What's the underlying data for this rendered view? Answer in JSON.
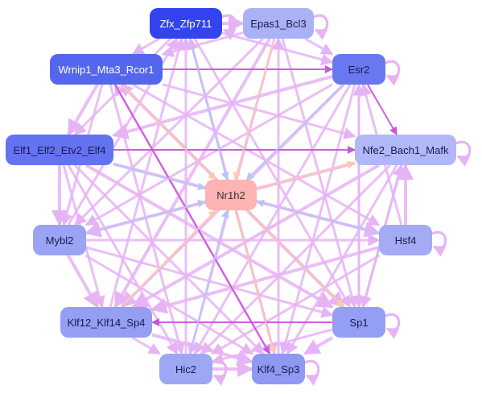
{
  "nodes": [
    {
      "id": "zfx",
      "label": "Zfx_Zfp711",
      "fill": "#3344ee",
      "text": "light"
    },
    {
      "id": "epas1",
      "label": "Epas1_Bcl3",
      "fill": "#aab2f7",
      "text": "dark"
    },
    {
      "id": "wrnip1",
      "label": "Wrnip1_Mta3_Rcor1",
      "fill": "#5566ee",
      "text": "light"
    },
    {
      "id": "esr2",
      "label": "Esr2",
      "fill": "#6a78f0",
      "text": "dark"
    },
    {
      "id": "elf1",
      "label": "Elf1_Elf2_Etv2_Elf4",
      "fill": "#6473ef",
      "text": "dark"
    },
    {
      "id": "nfe2",
      "label": "Nfe2_Bach1_Mafk",
      "fill": "#b1b8f8",
      "text": "dark"
    },
    {
      "id": "nr1h2",
      "label": "Nr1h2",
      "fill": "#ffb3b3",
      "text": "center"
    },
    {
      "id": "mybl2",
      "label": "Mybl2",
      "fill": "#9aa3f4",
      "text": "dark"
    },
    {
      "id": "hsf4",
      "label": "Hsf4",
      "fill": "#a3abf5",
      "text": "dark"
    },
    {
      "id": "klf12",
      "label": "Klf12_Klf14_Sp4",
      "fill": "#949ef3",
      "text": "dark"
    },
    {
      "id": "sp1",
      "label": "Sp1",
      "fill": "#949ef3",
      "text": "dark"
    },
    {
      "id": "hic2",
      "label": "Hic2",
      "fill": "#9ea7f5",
      "text": "dark"
    },
    {
      "id": "klf4",
      "label": "Klf4_Sp3",
      "fill": "#8f99f2",
      "text": "dark"
    }
  ],
  "edges": [
    {
      "from": "zfx",
      "to": "nr1h2",
      "color": "#b8c6f5",
      "weight": 2
    },
    {
      "from": "epas1",
      "to": "nr1h2",
      "color": "#ffc8b0",
      "weight": 2
    },
    {
      "from": "wrnip1",
      "to": "nr1h2",
      "color": "#ffc8b0",
      "weight": 2
    },
    {
      "from": "esr2",
      "to": "nr1h2",
      "color": "#b8c6f5",
      "weight": 2
    },
    {
      "from": "elf1",
      "to": "nr1h2",
      "color": "#b8c6f5",
      "weight": 2
    },
    {
      "from": "nr1h2",
      "to": "nfe2",
      "color": "#ffc8b0",
      "weight": 2
    },
    {
      "from": "mybl2",
      "to": "nr1h2",
      "color": "#b8c6f5",
      "weight": 2
    },
    {
      "from": "hsf4",
      "to": "nr1h2",
      "color": "#b8c6f5",
      "weight": 2
    },
    {
      "from": "klf12",
      "to": "nr1h2",
      "color": "#ffc8b0",
      "weight": 2
    },
    {
      "from": "nr1h2",
      "to": "sp1",
      "color": "#ffc8b0",
      "weight": 2
    },
    {
      "from": "hic2",
      "to": "nr1h2",
      "color": "#b8c6f5",
      "weight": 2
    },
    {
      "from": "nr1h2",
      "to": "klf4",
      "color": "#ffc8b0",
      "weight": 2
    },
    {
      "from": "wrnip1",
      "to": "klf4",
      "color": "#cc55dd",
      "weight": 2
    },
    {
      "from": "elf1",
      "to": "nfe2",
      "color": "#cc55dd",
      "weight": 2
    },
    {
      "from": "esr2",
      "to": "nfe2",
      "color": "#cc55dd",
      "weight": 2
    },
    {
      "from": "sp1",
      "to": "klf12",
      "color": "#cc55dd",
      "weight": 2
    },
    {
      "from": "wrnip1",
      "to": "esr2",
      "color": "#cc55dd",
      "weight": 2
    },
    {
      "from": "zfx",
      "to": "epas1",
      "color": "#e6b3f5",
      "weight": 4
    },
    {
      "from": "zfx",
      "to": "wrnip1",
      "color": "#e6b3f5",
      "weight": 3
    },
    {
      "from": "zfx",
      "to": "esr2",
      "color": "#e6b3f5",
      "weight": 3
    },
    {
      "from": "zfx",
      "to": "sp1",
      "color": "#e6b3f5",
      "weight": 3
    },
    {
      "from": "zfx",
      "to": "klf4",
      "color": "#e6b3f5",
      "weight": 3
    },
    {
      "from": "zfx",
      "to": "elf1",
      "color": "#e6b3f5",
      "weight": 3
    },
    {
      "from": "epas1",
      "to": "esr2",
      "color": "#e6b3f5",
      "weight": 3
    },
    {
      "from": "epas1",
      "to": "wrnip1",
      "color": "#e6b3f5",
      "weight": 3
    },
    {
      "from": "epas1",
      "to": "klf12",
      "color": "#e6b3f5",
      "weight": 4
    },
    {
      "from": "epas1",
      "to": "sp1",
      "color": "#e6b3f5",
      "weight": 3
    },
    {
      "from": "epas1",
      "to": "mybl2",
      "color": "#e6b3f5",
      "weight": 3
    },
    {
      "from": "epas1",
      "to": "hic2",
      "color": "#e6b3f5",
      "weight": 3
    },
    {
      "from": "wrnip1",
      "to": "elf1",
      "color": "#e6b3f5",
      "weight": 4
    },
    {
      "from": "wrnip1",
      "to": "sp1",
      "color": "#e6b3f5",
      "weight": 4
    },
    {
      "from": "wrnip1",
      "to": "nfe2",
      "color": "#e6b3f5",
      "weight": 3
    },
    {
      "from": "wrnip1",
      "to": "hsf4",
      "color": "#e6b3f5",
      "weight": 3
    },
    {
      "from": "wrnip1",
      "to": "hic2",
      "color": "#e6b3f5",
      "weight": 3
    },
    {
      "from": "wrnip1",
      "to": "mybl2",
      "color": "#e6b3f5",
      "weight": 3
    },
    {
      "from": "esr2",
      "to": "elf1",
      "color": "#e6b3f5",
      "weight": 4
    },
    {
      "from": "esr2",
      "to": "klf12",
      "color": "#e6b3f5",
      "weight": 4
    },
    {
      "from": "esr2",
      "to": "klf4",
      "color": "#e6b3f5",
      "weight": 3
    },
    {
      "from": "esr2",
      "to": "mybl2",
      "color": "#e6b3f5",
      "weight": 3
    },
    {
      "from": "esr2",
      "to": "hic2",
      "color": "#e6b3f5",
      "weight": 3
    },
    {
      "from": "esr2",
      "to": "sp1",
      "color": "#e6b3f5",
      "weight": 3
    },
    {
      "from": "elf1",
      "to": "mybl2",
      "color": "#e6b3f5",
      "weight": 4
    },
    {
      "from": "elf1",
      "to": "klf12",
      "color": "#e6b3f5",
      "weight": 3
    },
    {
      "from": "elf1",
      "to": "hsf4",
      "color": "#e6b3f5",
      "weight": 4
    },
    {
      "from": "elf1",
      "to": "sp1",
      "color": "#e6b3f5",
      "weight": 4
    },
    {
      "from": "elf1",
      "to": "klf4",
      "color": "#e6b3f5",
      "weight": 3
    },
    {
      "from": "elf1",
      "to": "hic2",
      "color": "#e6b3f5",
      "weight": 3
    },
    {
      "from": "nfe2",
      "to": "klf12",
      "color": "#e6b3f5",
      "weight": 4
    },
    {
      "from": "nfe2",
      "to": "mybl2",
      "color": "#e6b3f5",
      "weight": 4
    },
    {
      "from": "nfe2",
      "to": "hic2",
      "color": "#e6b3f5",
      "weight": 3
    },
    {
      "from": "nfe2",
      "to": "klf4",
      "color": "#e6b3f5",
      "weight": 3
    },
    {
      "from": "nfe2",
      "to": "sp1",
      "color": "#e6b3f5",
      "weight": 3
    },
    {
      "from": "mybl2",
      "to": "klf12",
      "color": "#e6b3f5",
      "weight": 4
    },
    {
      "from": "mybl2",
      "to": "sp1",
      "color": "#e6b3f5",
      "weight": 3
    },
    {
      "from": "mybl2",
      "to": "klf4",
      "color": "#e6b3f5",
      "weight": 3
    },
    {
      "from": "mybl2",
      "to": "hsf4",
      "color": "#e6b3f5",
      "weight": 3
    },
    {
      "from": "hsf4",
      "to": "klf12",
      "color": "#e6b3f5",
      "weight": 4
    },
    {
      "from": "hsf4",
      "to": "hic2",
      "color": "#e6b3f5",
      "weight": 3
    },
    {
      "from": "hsf4",
      "to": "nfe2",
      "color": "#e6b3f5",
      "weight": 4
    },
    {
      "from": "hsf4",
      "to": "esr2",
      "color": "#e6b3f5",
      "weight": 3
    },
    {
      "from": "klf12",
      "to": "klf4",
      "color": "#e6b3f5",
      "weight": 4
    },
    {
      "from": "klf12",
      "to": "hic2",
      "color": "#e6b3f5",
      "weight": 3
    },
    {
      "from": "sp1",
      "to": "klf4",
      "color": "#e6b3f5",
      "weight": 4
    },
    {
      "from": "sp1",
      "to": "hic2",
      "color": "#e6b3f5",
      "weight": 3
    },
    {
      "from": "sp1",
      "to": "nfe2",
      "color": "#e6b3f5",
      "weight": 3
    },
    {
      "from": "sp1",
      "to": "esr2",
      "color": "#e6b3f5",
      "weight": 3
    },
    {
      "from": "hic2",
      "to": "klf4",
      "color": "#e6b3f5",
      "weight": 4
    },
    {
      "from": "klf4",
      "to": "epas1",
      "color": "#e6b3f5",
      "weight": 3
    },
    {
      "from": "klf4",
      "to": "wrnip1",
      "color": "#e6b3f5",
      "weight": 3
    },
    {
      "from": "klf4",
      "to": "zfx",
      "color": "#e6b3f5",
      "weight": 3
    },
    {
      "from": "hic2",
      "to": "zfx",
      "color": "#e6b3f5",
      "weight": 3
    },
    {
      "from": "klf12",
      "to": "zfx",
      "color": "#e6b3f5",
      "weight": 3
    },
    {
      "from": "sp1",
      "to": "wrnip1",
      "color": "#e6b3f5",
      "weight": 3
    },
    {
      "from": "mybl2",
      "to": "zfx",
      "color": "#e6b3f5",
      "weight": 3
    }
  ],
  "self_loops": [
    "zfx",
    "epas1",
    "esr2",
    "nfe2",
    "hsf4",
    "sp1",
    "klf4",
    "hic2"
  ]
}
